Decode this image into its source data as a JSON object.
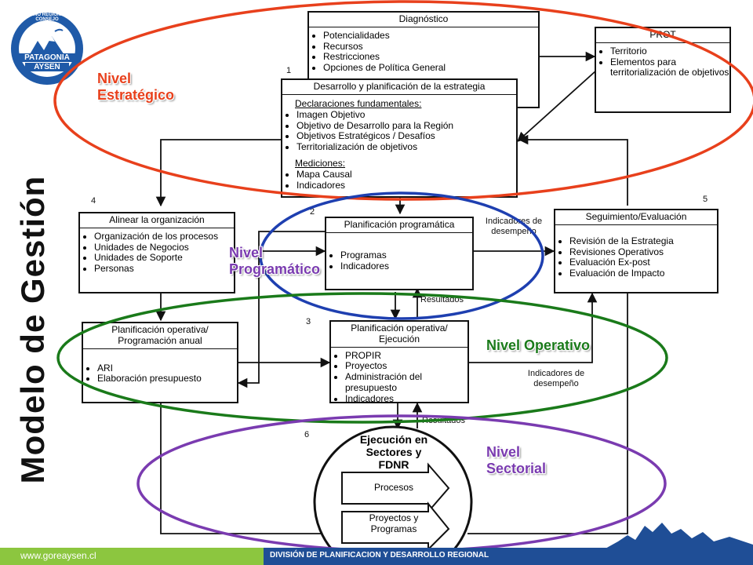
{
  "logo": {
    "ring_text": "GOBIERNO REGIONAL Y SU CONSEJO",
    "line1": "PATAGONIA",
    "line2": "AYSEN"
  },
  "vertical_title": "Modelo de Gestión",
  "levels": {
    "estrategico": {
      "line1": "Nivel",
      "line2": "Estratégico",
      "color": "#e8401c"
    },
    "programatico": {
      "line1": "Nivel",
      "line2": "Programático",
      "color": "#7a3bb0"
    },
    "operativo": {
      "line1": "Nivel Operativo",
      "color": "#1a7a1a"
    },
    "sectorial": {
      "line1": "Nivel",
      "line2": "Sectorial",
      "color": "#7a3bb0"
    }
  },
  "ellipse_colors": {
    "strategic": "#e8401c",
    "programmatic": "#1e3fb0",
    "operational": "#1a7a1a",
    "sectorial": "#7a3bb0"
  },
  "boxes": {
    "diagnostico": {
      "title": "Diagnóstico",
      "items": [
        "Potencialidades",
        "Recursos",
        "Restricciones",
        "Opciones de Política General"
      ]
    },
    "prot": {
      "title": "PROT",
      "items": [
        "Territorio",
        "Elementos para territorialización de objetivos"
      ]
    },
    "desarrollo": {
      "title": "Desarrollo y planificación de la estrategia",
      "sub1": "Declaraciones fundamentales:",
      "items1": [
        "Imagen Objetivo",
        "Objetivo de Desarrollo para la Región",
        "Objetivos Estratégicos / Desafíos",
        "Territorialización de objetivos"
      ],
      "sub2": "Mediciones:",
      "items2": [
        "Mapa Causal",
        "Indicadores"
      ]
    },
    "alinear": {
      "title": "Alinear la organización",
      "items": [
        "Organización de los procesos",
        "Unidades de Negocios",
        "Unidades de Soporte",
        "Personas"
      ]
    },
    "planprog": {
      "title": "Planificación programática",
      "items": [
        "Programas",
        "Indicadores"
      ]
    },
    "seguimiento": {
      "title": "Seguimiento/Evaluación",
      "items": [
        "Revisión de la Estrategia",
        "Revisiones Operativos",
        "Evaluación Ex-post",
        "Evaluación de Impacto"
      ]
    },
    "planop": {
      "title": "Planificación operativa/ Programación anual",
      "items": [
        "ARI",
        "Elaboración presupuesto"
      ]
    },
    "planopej": {
      "title": "Planificación operativa/ Ejecución",
      "items": [
        "PROPIR",
        "Proyectos",
        "Administración del presupuesto",
        "Indicadores"
      ]
    }
  },
  "execution": {
    "title": "Ejecución en Sectores y FDNR",
    "arrow1": "Procesos",
    "arrow2": "Proyectos y Programas"
  },
  "flow_labels": {
    "ind_desempeno_top": "Indicadores de desempeño",
    "resultados_mid": "Resultados",
    "ind_desempeno_bottom": "Indicadores de desempeño",
    "resultados_bottom": "Resultados"
  },
  "numbers": {
    "n1": "1",
    "n2": "2",
    "n3": "3",
    "n4": "4",
    "n5": "5",
    "n6": "6"
  },
  "footer": {
    "url": "www.goreaysen.cl",
    "division": "DIVISIÓN DE PLANIFICACION Y DESARROLLO REGIONAL",
    "green": "#8cc63f",
    "blue": "#1f4e96"
  }
}
